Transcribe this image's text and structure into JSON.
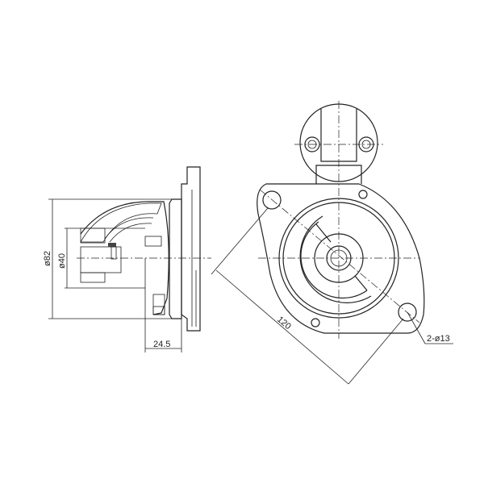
{
  "drawing": {
    "side_view": {
      "outer_diameter_label": "ø82",
      "pilot_diameter_label": "ø40",
      "offset_label": "24.5"
    },
    "front_view": {
      "hole_spacing_label": "120",
      "mounting_holes_label": "2-ø13"
    }
  }
}
